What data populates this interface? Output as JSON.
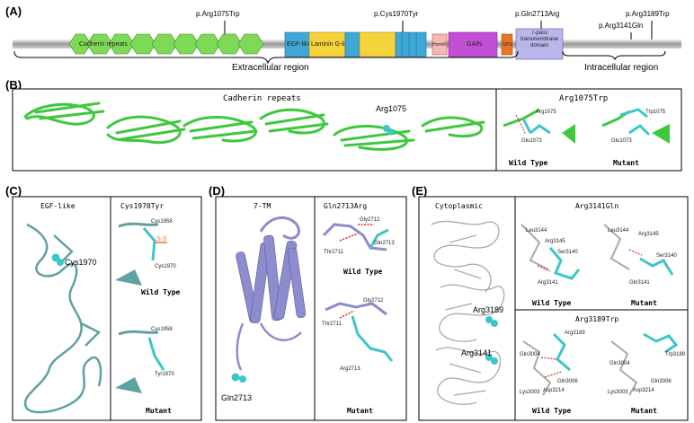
{
  "panel_labels": {
    "a": "(A)",
    "b": "(B)",
    "c": "(C)",
    "d": "(D)",
    "e": "(E)"
  },
  "domain_map": {
    "variants": [
      "p.Arg1075Trp",
      "p.Cys1970Tyr",
      "p.Gln2713Arg",
      "p.Arg3141Gln",
      "p.Arg3189Trp"
    ],
    "domains": [
      "Cadherin repeats",
      "EGF-like",
      "Laminin G-like",
      "HormR",
      "GAIN",
      "GPS",
      "7-pass transmembrane domain"
    ],
    "regions": [
      "Extracellular region",
      "Intracellular region"
    ]
  },
  "panel_b": {
    "left_title": "Cadherin repeats",
    "residue": "Arg1075",
    "right_title": "Arg1075Trp",
    "wt_res1": "Arg1075",
    "wt_res2": "Glu1073",
    "mut_res1": "Trp1075",
    "mut_res2": "Glu1073",
    "wild_type": "Wild Type",
    "mutant": "Mutant"
  },
  "panel_c": {
    "left_title": "EGF-like",
    "residue": "Cys1970",
    "right_title": "Cys1970Tyr",
    "wt_res1": "Cys1958",
    "wt_res2": "Cys1970",
    "wt_bond": "S-S",
    "mut_res1": "Cys1958",
    "mut_res2": "Tyr1970",
    "wild_type": "Wild Type",
    "mutant": "Mutant"
  },
  "panel_d": {
    "left_title": "7-TM",
    "residue": "Gln2713",
    "right_title": "Gln2713Arg",
    "wt_res1": "Gly2712",
    "wt_res2": "Gln2713",
    "wt_res3": "Thr2711",
    "mut_res1": "Gly2712",
    "mut_res2": "Thr2711",
    "mut_res3": "Arg2713",
    "wild_type": "Wild Type",
    "mutant": "Mutant"
  },
  "panel_e": {
    "left_title": "Cytoplasmic",
    "residue1": "Arg3189",
    "residue2": "Arg3141",
    "top_title": "Arg3141Gln",
    "top_wt": [
      "Leu3144",
      "Arg3145",
      "Ser3140",
      "Arg3141"
    ],
    "top_mut": [
      "Leu3144",
      "Arg3145",
      "Ser3140",
      "Gln3141"
    ],
    "bottom_title": "Arg3189Trp",
    "bot_wt": [
      "Arg3189",
      "Gln3004",
      "Gln3006",
      "Lys3003",
      "Asp3214"
    ],
    "bot_mut": [
      "Trp3189",
      "Gln3004",
      "Gln3006",
      "Lys3003",
      "Asp3214"
    ],
    "wild_type": "Wild Type",
    "mutant": "Mutant"
  },
  "colors": {
    "cadherin": "#7ed957",
    "egf": "#3fa8d8",
    "laminin": "#f5d33b",
    "hormr": "#f3b8b0",
    "gain": "#c24fd6",
    "gps": "#e8742a",
    "tm": "#b8b6ea",
    "protein_green": "#3ec83e",
    "protein_cyan": "#3cc6c8",
    "protein_teal": "#5fa2a0",
    "protein_lav": "#8d8ccc",
    "protein_grey": "#aaaaaa"
  }
}
